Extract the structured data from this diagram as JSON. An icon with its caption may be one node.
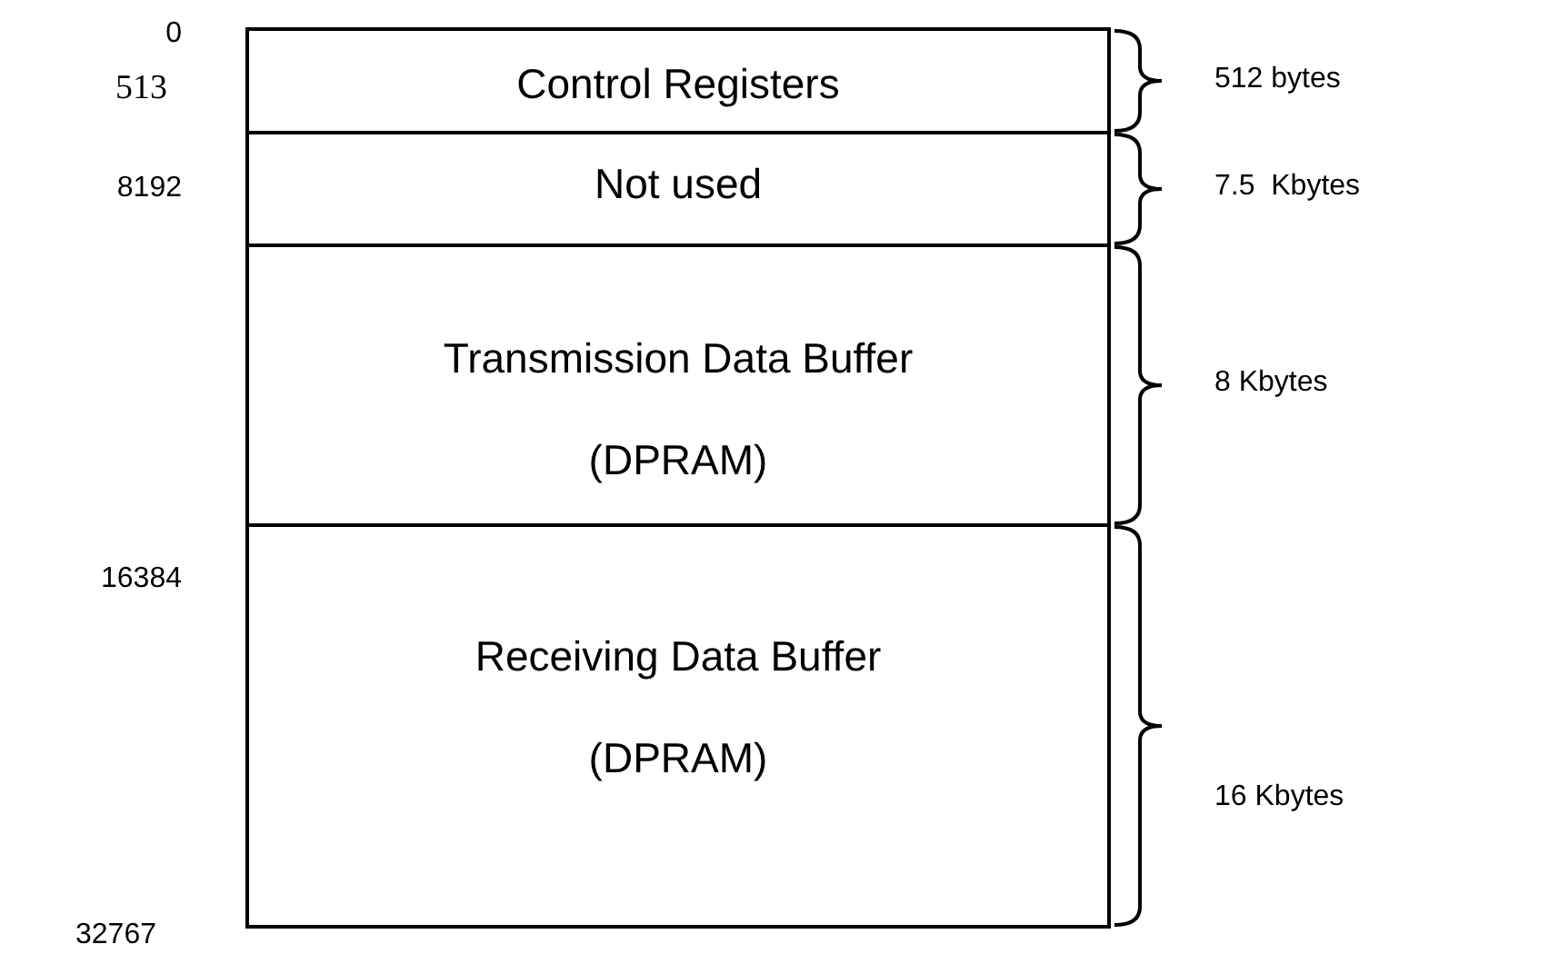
{
  "diagram": {
    "nodes": [
      {
        "text": [
          "Control Registers"
        ],
        "beside": [
          "512 bytes"
        ]
      },
      {
        "text": [
          "Not used"
        ],
        "beside": [
          "7.5  Kbytes"
        ]
      },
      {
        "text": [
          "Transmission Data Buffer",
          "(DPRAM)"
        ],
        "beside": [
          "8 Kbytes"
        ]
      },
      {
        "text": [
          "Receiving Data Buffer",
          "(DPRAM)"
        ],
        "beside": [
          "16 Kbytes"
        ]
      }
    ],
    "labels": [
      "0",
      "513",
      "8192",
      "16384",
      "32767"
    ]
  }
}
